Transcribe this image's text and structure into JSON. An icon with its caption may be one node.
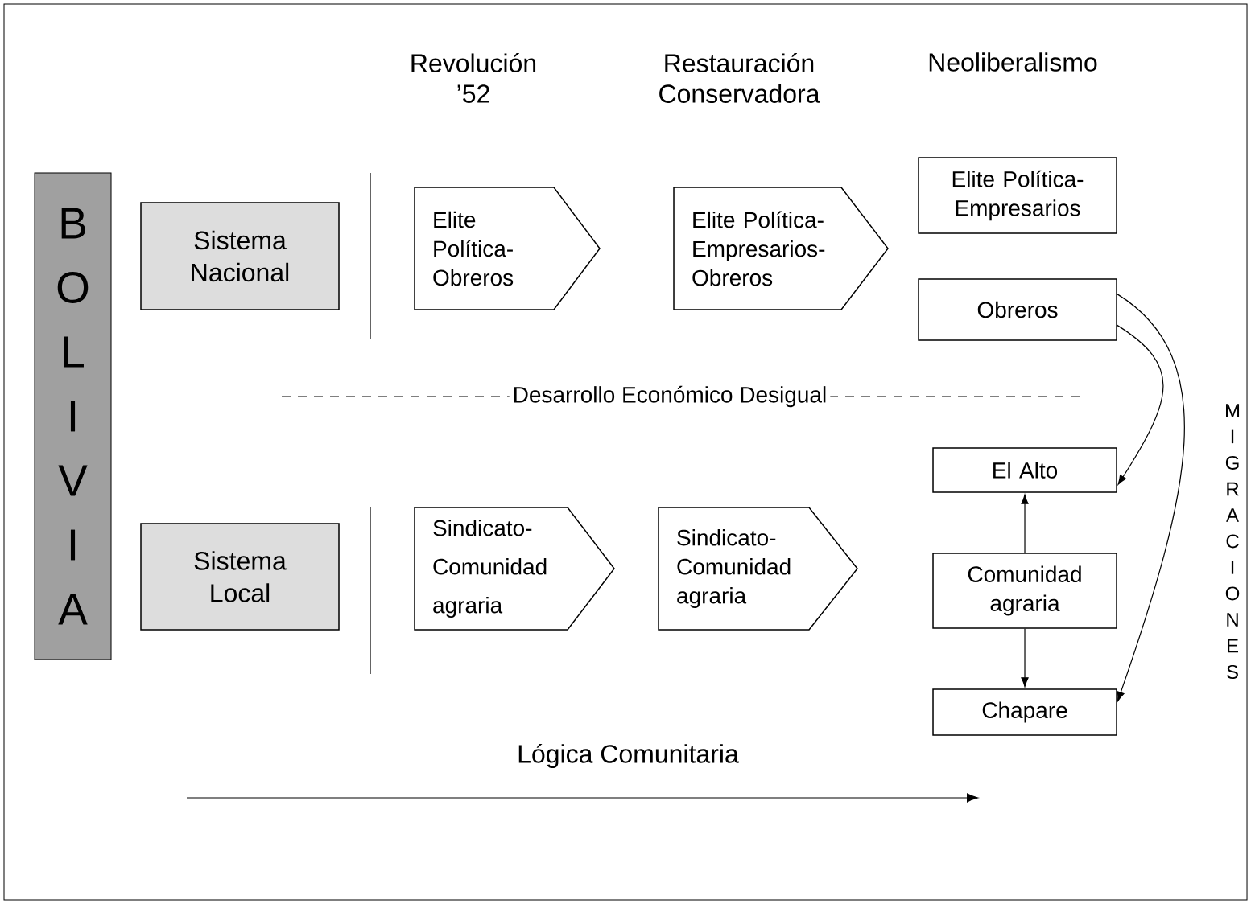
{
  "diagram": {
    "nodes": [
      {
        "text": [
          "BOLIVIA"
        ]
      },
      {
        "text": [
          "Sistema Nacional"
        ]
      },
      {
        "text": [
          "Elite Política-Obreros"
        ]
      },
      {
        "text": [
          "Elite Política-Empresarios-Obreros"
        ]
      },
      {
        "text": [
          "Elite Política-Empresarios"
        ]
      },
      {
        "text": [
          "Obreros"
        ]
      },
      {
        "text": [
          "Sistema Local"
        ]
      },
      {
        "text": [
          "Sindicato-Comunidad agraria"
        ]
      },
      {
        "text": [
          "Sindicato-Comunidad agraria"
        ]
      },
      {
        "text": [
          "El Alto"
        ]
      },
      {
        "text": [
          "Comunidad agraria"
        ]
      },
      {
        "text": [
          "Chapare"
        ]
      }
    ],
    "edges": [
      {
        "from": 5,
        "to": 9,
        "arrow": "to"
      },
      {
        "from": 5,
        "to": 11,
        "arrow": "to"
      },
      {
        "from": 10,
        "to": 9,
        "arrow": "to"
      },
      {
        "from": 10,
        "to": 11,
        "arrow": "to"
      }
    ],
    "labels": [
      "Revolución ’52",
      "Restauración Conservadora",
      "Neoliberalismo",
      "Desarrollo Económico Desigual",
      "MIGRACIONES",
      "Lógica Comunitaria"
    ]
  }
}
